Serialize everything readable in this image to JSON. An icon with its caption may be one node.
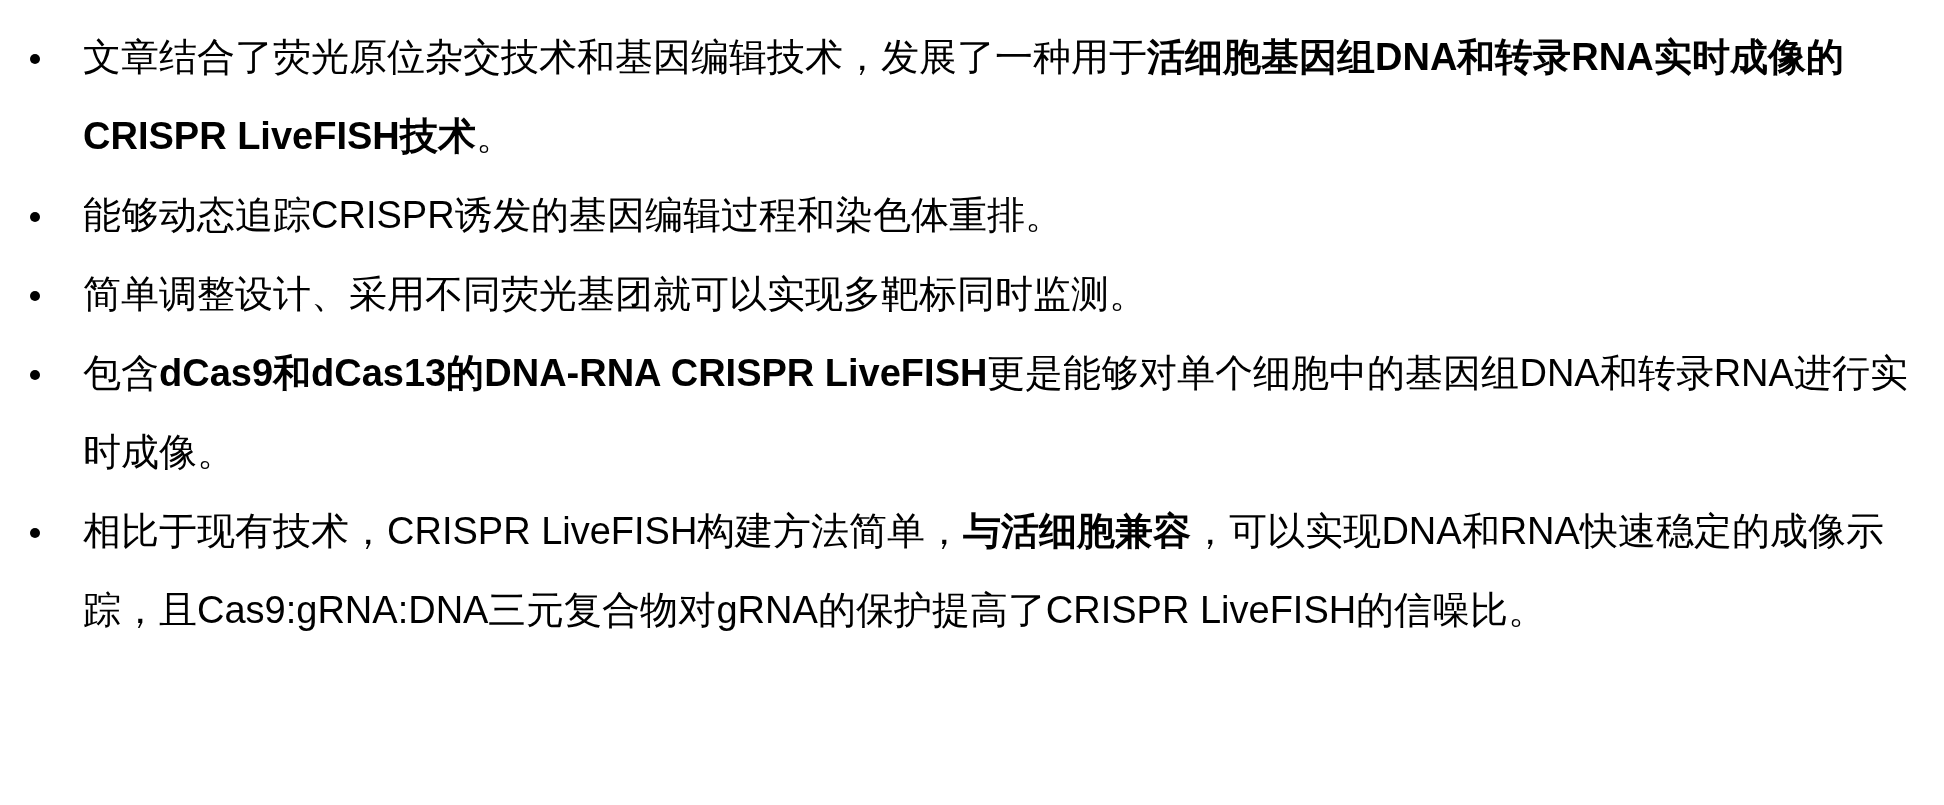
{
  "diagram": {
    "labels": [
      "文章结合了荧光原位杂交技术和基因编辑技术，发展了一种用于**活细胞基因组DNA和转录RNA实时成像的CRISPR LiveFISH技术**。",
      "能够动态追踪CRISPR诱发的基因编辑过程和染色体重排。",
      "简单调整设计、采用不同荧光基团就可以实现多靶标同时监测。",
      "包含**dCas9和dCas13的DNA-RNA CRISPR LiveFISH**更是能够对单个细胞中的基因组DNA和转录RNA进行实时成像。",
      "相比于现有技术，CRISPR LiveFISH构建方法简单，**与活细胞兼容**，可以实现DNA和RNA快速稳定的成像示踪，且Cas9:gRNA:DNA三元复合物对gRNA的保护提高了CRISPR LiveFISH的信噪比。"
    ]
  }
}
